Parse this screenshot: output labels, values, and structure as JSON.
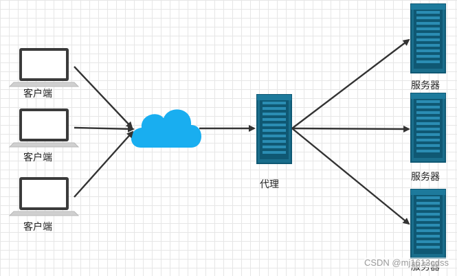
{
  "nodes": {
    "clients": [
      {
        "label": "客户端"
      },
      {
        "label": "客户端"
      },
      {
        "label": "客户端"
      }
    ],
    "proxy": {
      "label": "代理"
    },
    "servers": [
      {
        "label": "服务器"
      },
      {
        "label": "服务器"
      },
      {
        "label": "服务器"
      }
    ]
  },
  "colors": {
    "cloud": "#19aef0",
    "server_body": "#1a6e8c",
    "server_stripe": "#0f5873",
    "arrow": "#333333",
    "laptop_frame": "#3a3a3a"
  },
  "watermark": "CSDN @mj1613cdss"
}
